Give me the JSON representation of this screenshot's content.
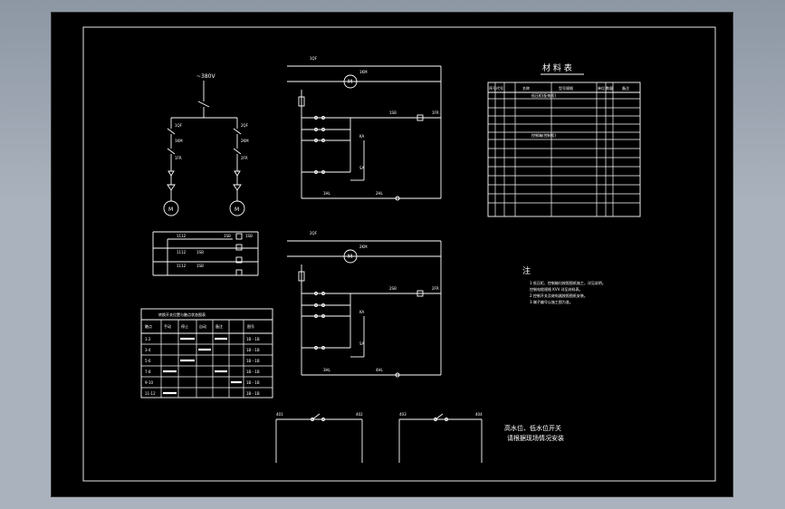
{
  "drawing": {
    "supply_label": "~380V",
    "ms_title": "材 料 表",
    "note_heading": "注",
    "notes": [
      "1  低压柜、控制箱均按照图纸施工，详见说明。",
      "   控制电缆规格  KVV  详见材料表。",
      "2  控制开关及继电器按照图纸安装。",
      "3  端子编号以施工图为准。"
    ],
    "motor_label": "M",
    "left_table_title": "转换开关位置与触点状态图表",
    "left_table_headers": [
      "触点",
      "手动",
      "停止",
      "自动",
      "备注",
      "图号"
    ],
    "left_table_rows": [
      {
        "name": "1-2",
        "ref": "1B - 1B"
      },
      {
        "name": "3-4",
        "ref": "1B - 1B"
      },
      {
        "name": "5-6",
        "ref": "1B - 1B"
      },
      {
        "name": "7-8",
        "ref": "1B - 1B"
      },
      {
        "name": "9-10",
        "ref": "1B - 1B"
      },
      {
        "name": "11-12",
        "ref": "1B - 1B"
      }
    ],
    "bottom_note_1": "高水位、低水位开关",
    "bottom_note_2": "请根据现场情况安装",
    "left_wire_labels": [
      "1QF",
      "1KM",
      "1FR",
      "2QF",
      "2KM",
      "2FR"
    ],
    "mid_labels": [
      "1SB",
      "2SB",
      "SA",
      "KA",
      "1HL",
      "2HL",
      "3HL"
    ],
    "bottom_left_labels": [
      "401",
      "402"
    ],
    "bottom_right_labels": [
      "403",
      "404"
    ]
  }
}
